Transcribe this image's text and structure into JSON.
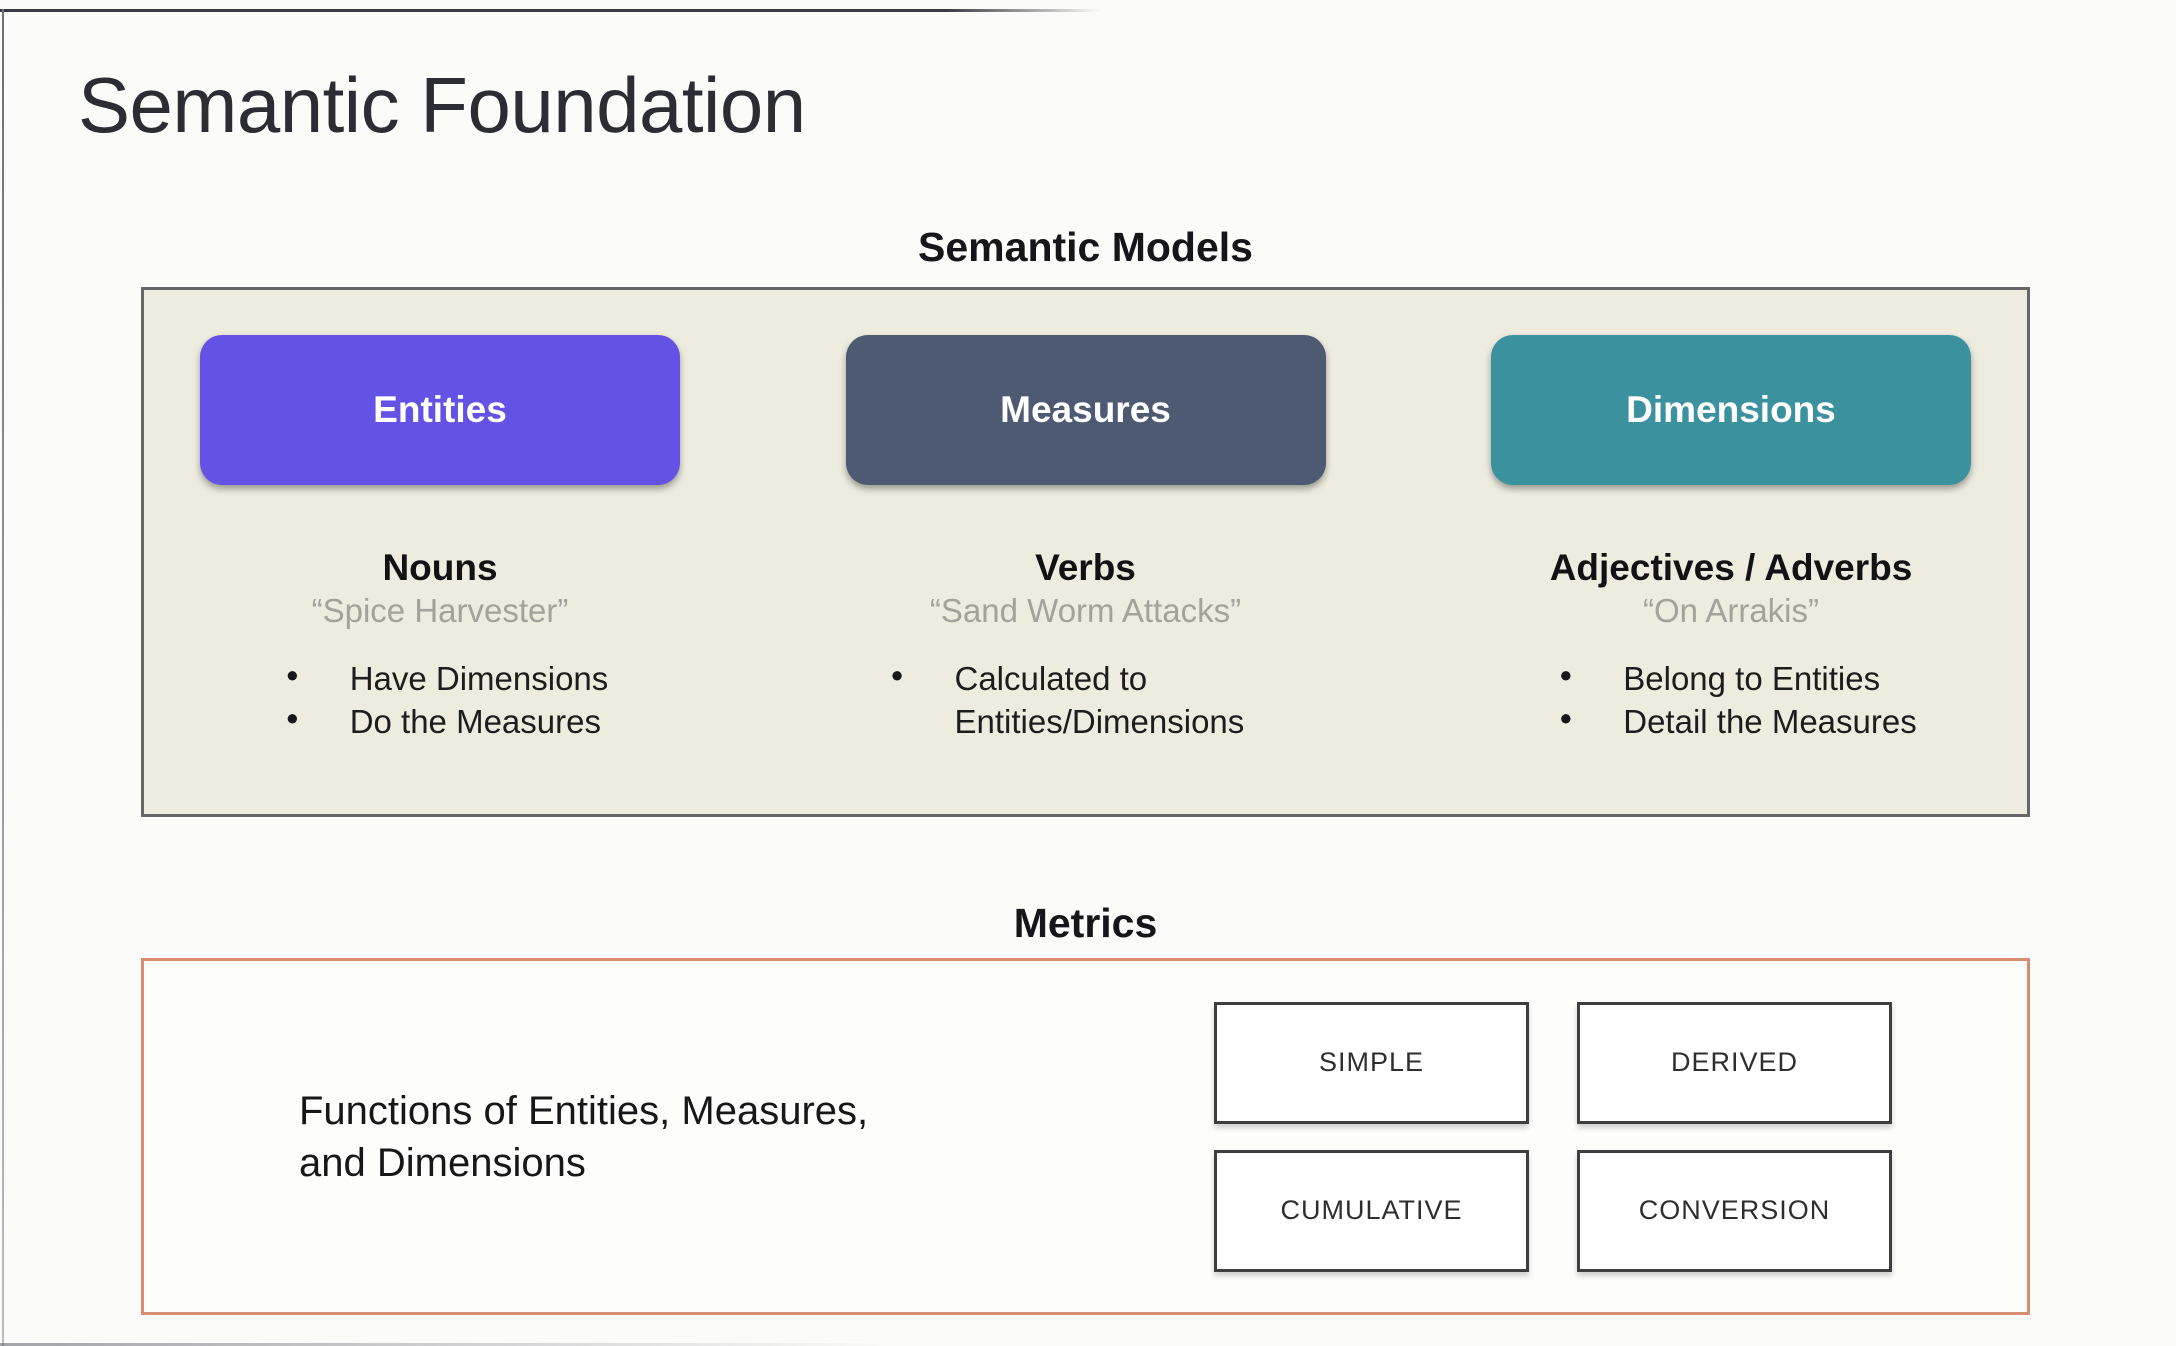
{
  "slide": {
    "title": "Semantic Foundation"
  },
  "models": {
    "heading": "Semantic Models",
    "panel_background": "#edecdf",
    "columns": [
      {
        "name": "Entities",
        "color": "#6452e4",
        "part_of_speech": "Nouns",
        "example": "“Spice Harvester”",
        "bullets": [
          "Have Dimensions",
          "Do the Measures"
        ]
      },
      {
        "name": "Measures",
        "color": "#4d5a71",
        "part_of_speech": "Verbs",
        "example": "“Sand Worm Attacks”",
        "bullets": [
          "Calculated to Entities/Dimensions"
        ]
      },
      {
        "name": "Dimensions",
        "color": "#3b919e",
        "part_of_speech": "Adjectives / Adverbs",
        "example": "“On Arrakis”",
        "bullets": [
          "Belong to Entities",
          "Detail the Measures"
        ]
      }
    ]
  },
  "metrics": {
    "heading": "Metrics",
    "border_color": "#d78d72",
    "description": "Functions of Entities, Measures, and Dimensions",
    "types": [
      "SIMPLE",
      "DERIVED",
      "CUMULATIVE",
      "CONVERSION"
    ]
  }
}
